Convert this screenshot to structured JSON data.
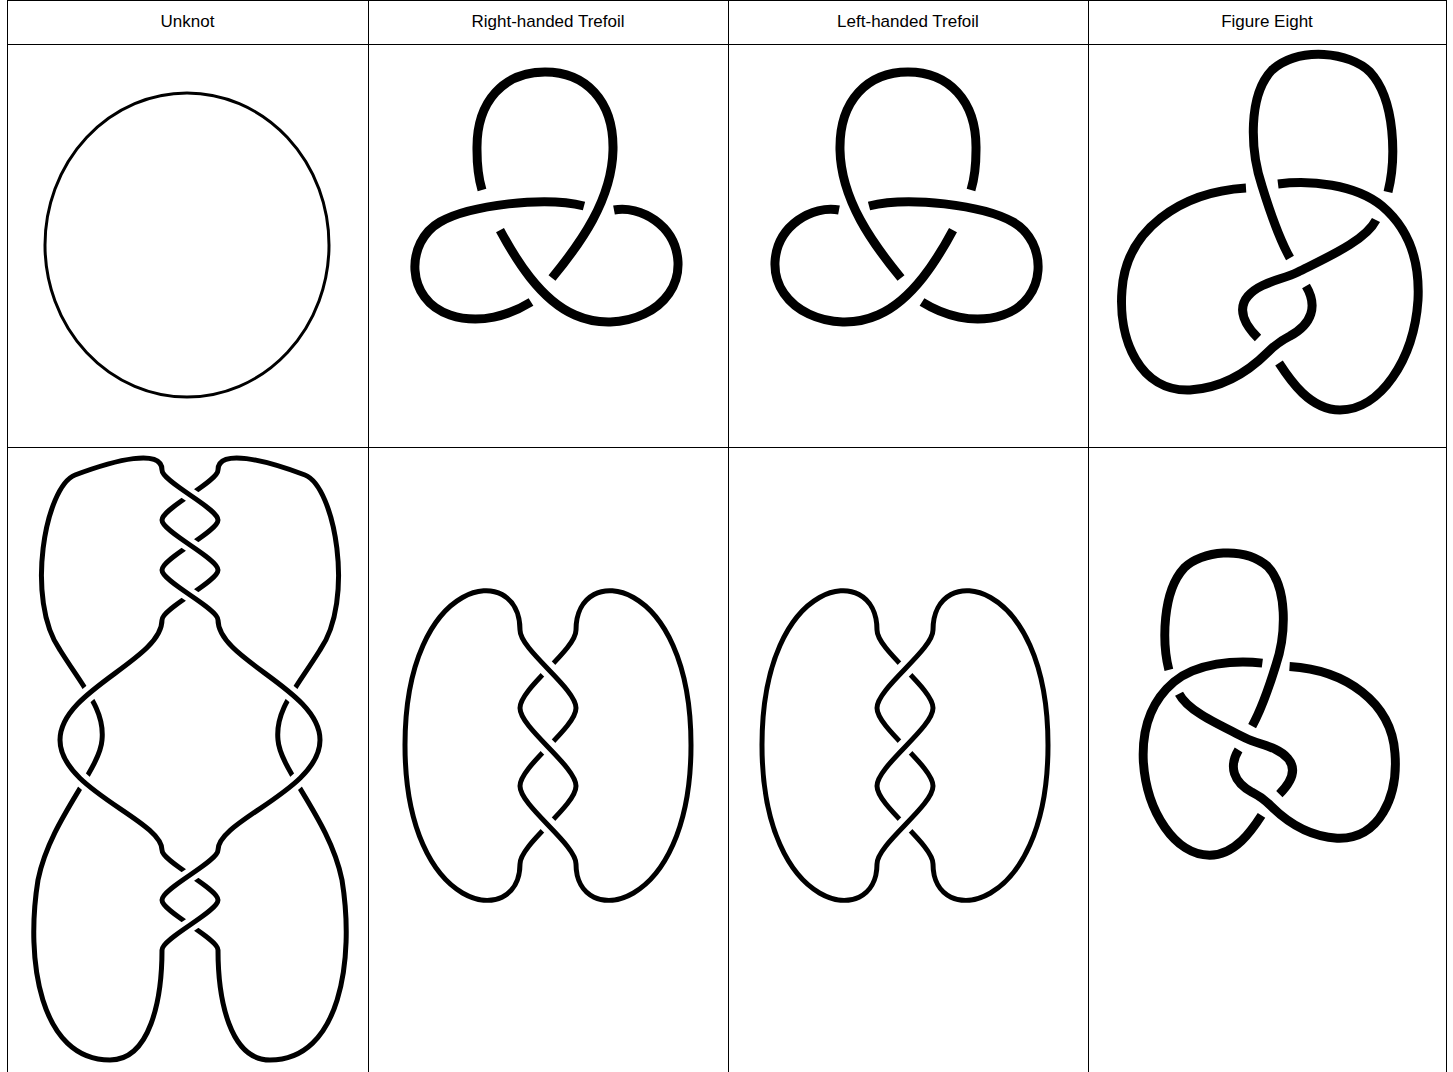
{
  "diagram": {
    "labels": [
      "Unknot",
      "Right-handed Trefoil",
      "Left-handed Trefoil",
      "Figure Eight"
    ]
  }
}
